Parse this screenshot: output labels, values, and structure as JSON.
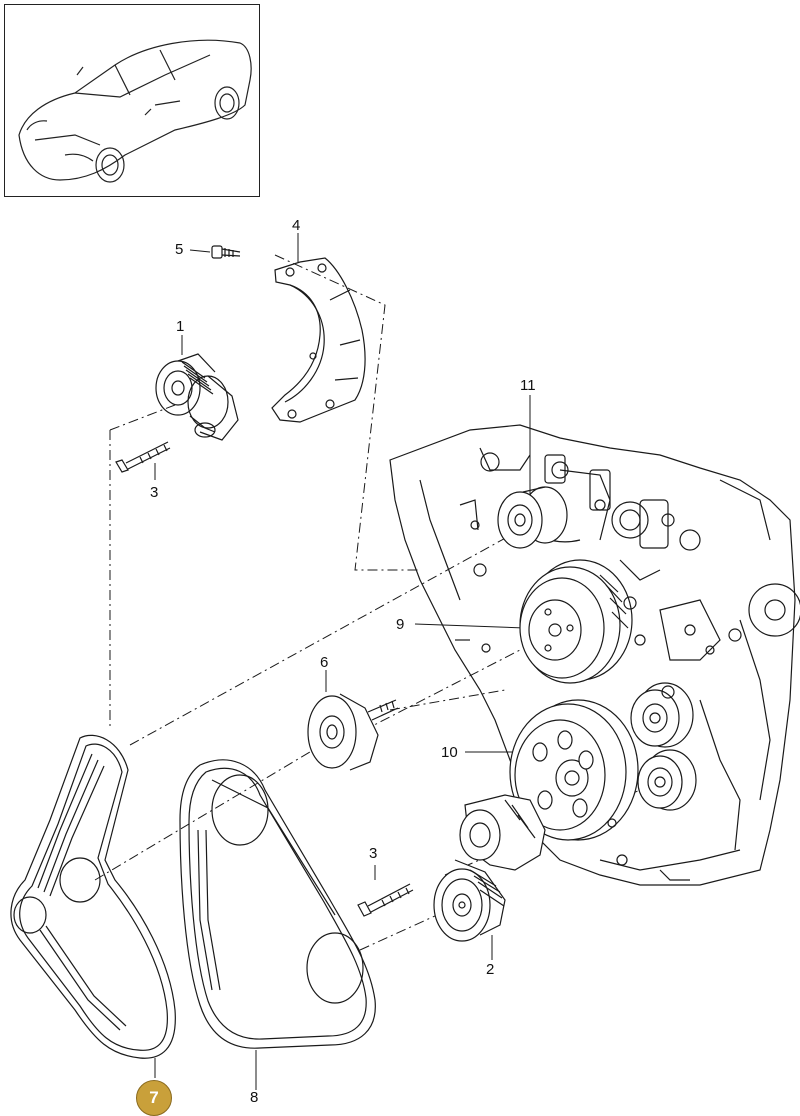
{
  "thumbnail": {
    "icon": "car-icon"
  },
  "callouts": {
    "c1": "1",
    "c2": "2",
    "c3a": "3",
    "c3b": "3",
    "c4": "4",
    "c5": "5",
    "c6": "6",
    "c7": "7",
    "c8": "8",
    "c9": "9",
    "c10": "10",
    "c11": "11"
  },
  "colors": {
    "badge": "#c9a03a",
    "line": "#1a1a1a"
  }
}
